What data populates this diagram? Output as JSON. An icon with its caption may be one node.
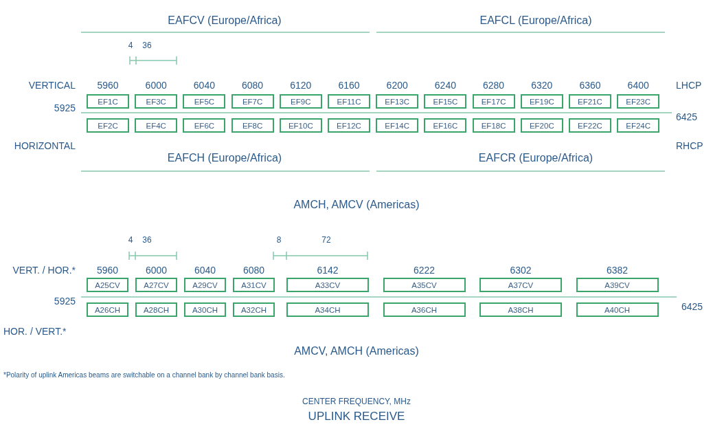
{
  "diagram": {
    "nodes": [
      {
        "text": [
          "EF1C"
        ]
      },
      {
        "text": [
          "EF3C"
        ]
      },
      {
        "text": [
          "EF5C"
        ]
      },
      {
        "text": [
          "EF7C"
        ]
      },
      {
        "text": [
          "EF9C"
        ]
      },
      {
        "text": [
          "EF11C"
        ]
      },
      {
        "text": [
          "EF13C"
        ]
      },
      {
        "text": [
          "EF15C"
        ]
      },
      {
        "text": [
          "EF17C"
        ]
      },
      {
        "text": [
          "EF19C"
        ]
      },
      {
        "text": [
          "EF21C"
        ]
      },
      {
        "text": [
          "EF23C"
        ]
      },
      {
        "text": [
          "EF2C"
        ]
      },
      {
        "text": [
          "EF4C"
        ]
      },
      {
        "text": [
          "EF6C"
        ]
      },
      {
        "text": [
          "EF8C"
        ]
      },
      {
        "text": [
          "EF10C"
        ]
      },
      {
        "text": [
          "EF12C"
        ]
      },
      {
        "text": [
          "EF14C"
        ]
      },
      {
        "text": [
          "EF16C"
        ]
      },
      {
        "text": [
          "EF18C"
        ]
      },
      {
        "text": [
          "EF20C"
        ]
      },
      {
        "text": [
          "EF22C"
        ]
      },
      {
        "text": [
          "EF24C"
        ]
      },
      {
        "text": [
          "A25CV"
        ]
      },
      {
        "text": [
          "A27CV"
        ]
      },
      {
        "text": [
          "A29CV"
        ]
      },
      {
        "text": [
          "A31CV"
        ]
      },
      {
        "text": [
          "A33CV"
        ]
      },
      {
        "text": [
          "A35CV"
        ]
      },
      {
        "text": [
          "A37CV"
        ]
      },
      {
        "text": [
          "A39CV"
        ]
      },
      {
        "text": [
          "A26CH"
        ]
      },
      {
        "text": [
          "A28CH"
        ]
      },
      {
        "text": [
          "A30CH"
        ]
      },
      {
        "text": [
          "A32CH"
        ]
      },
      {
        "text": [
          "A34CH"
        ]
      },
      {
        "text": [
          "A36CH"
        ]
      },
      {
        "text": [
          "A38CH"
        ]
      },
      {
        "text": [
          "A40CH"
        ]
      }
    ],
    "labels": [
      "EAFCV (Europe/Africa)",
      "EAFCL (Europe/Africa)",
      "4",
      "36",
      "VERTICAL",
      "5960",
      "6000",
      "6040",
      "6080",
      "6120",
      "6160",
      "6200",
      "6240",
      "6280",
      "6320",
      "6360",
      "6400",
      "LHCP",
      "5925",
      "6425",
      "HORIZONTAL",
      "RHCP",
      "EAFCH (Europe/Africa)",
      "EAFCR (Europe/Africa)",
      "AMCH, AMCV (Americas)",
      "4",
      "36",
      "8",
      "72",
      "VERT. / HOR.*",
      "5960",
      "6000",
      "6040",
      "6080",
      "6142",
      "6222",
      "6302",
      "6382",
      "5925",
      "6425",
      "HOR. / VERT.*",
      "AMCV, AMCH (Americas)",
      "*Polarity of uplink Americas beams are switchable on a channel bank by channel bank basis.",
      "CENTER FREQUENCY, MHz",
      "UPLINK RECEIVE"
    ]
  }
}
